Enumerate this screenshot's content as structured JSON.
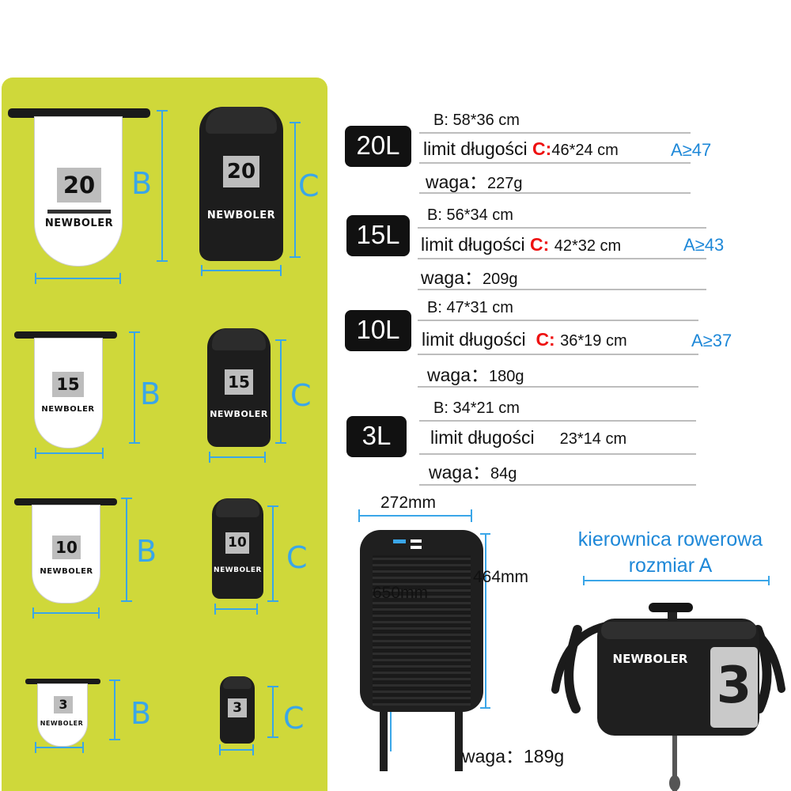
{
  "brand": "NEWBOLER",
  "dimension_letters": {
    "b": "B",
    "c": "C"
  },
  "bags": [
    {
      "number": "20",
      "size_label": "20L",
      "b": "B:  58*36 cm",
      "limit_label": "limit długości",
      "c_label": "C:",
      "c": "46*24 cm",
      "a": "A≥47",
      "weight_label": "waga：",
      "weight": "227g"
    },
    {
      "number": "15",
      "size_label": "15L",
      "b": "B:  56*34 cm",
      "limit_label": "limit długości",
      "c_label": "C:",
      "c": "42*32 cm",
      "a": "A≥43",
      "weight_label": "waga：",
      "weight": "209g"
    },
    {
      "number": "10",
      "size_label": "10L",
      "b": "B:  47*31 cm",
      "limit_label": "limit długości",
      "c_label": "C:",
      "c": "36*19 cm",
      "a": "A≥37",
      "weight_label": "waga：",
      "weight": "180g"
    },
    {
      "number": "3",
      "size_label": "3L",
      "b": "B:  34*21 cm",
      "limit_label": "limit długości",
      "c": "23*14 cm",
      "weight_label": "waga：",
      "weight": "84g"
    }
  ],
  "harness": {
    "width": "272mm",
    "height": "464mm",
    "length": "650mm",
    "weight": "waga：189g"
  },
  "handlebar": {
    "title_line1": "kierownica rowerowa",
    "title_line2": "rozmiar A",
    "bag_number": "3"
  },
  "colors": {
    "panel": "#cfd83a",
    "dimension": "#3aa6e8",
    "c_label": "#e11111",
    "a_value": "#1e88d8"
  }
}
